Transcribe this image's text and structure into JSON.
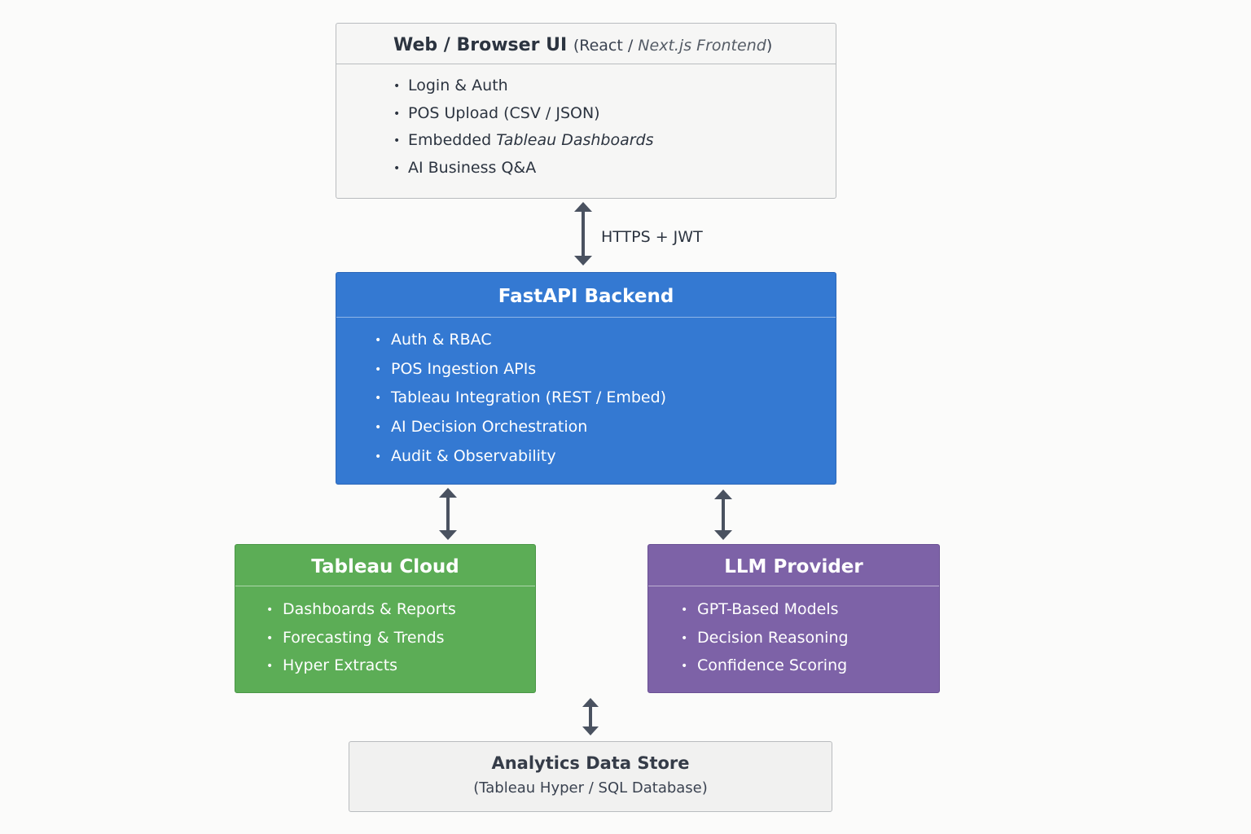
{
  "web_ui": {
    "title": "Web / Browser UI",
    "subtitle_open": "(React / ",
    "subtitle_italic": "Next.js Frontend",
    "subtitle_close": ")",
    "items": [
      "Login & Auth",
      "POS Upload (CSV / JSON)",
      "Embedded Tableau Dashboards",
      "AI Business Q&A"
    ]
  },
  "web_to_backend": {
    "label": "HTTPS + JWT"
  },
  "backend": {
    "title": "FastAPI Backend",
    "items": [
      "Auth & RBAC",
      "POS Ingestion APIs",
      "Tableau Integration (REST / Embed)",
      "AI Decision Orchestration",
      "Audit & Observability"
    ]
  },
  "tableau": {
    "title": "Tableau Cloud",
    "items": [
      "Dashboards & Reports",
      "Forecasting & Trends",
      "Hyper Extracts"
    ]
  },
  "llm": {
    "title": "LLM Provider",
    "items": [
      "GPT-Based Models",
      "Decision Reasoning",
      "Confidence Scoring"
    ]
  },
  "datastore": {
    "title": "Analytics Data Store",
    "subtitle": "(Tableau Hyper / SQL Database)"
  },
  "colors": {
    "backend": "#3479d2",
    "tableau": "#5cad56",
    "llm": "#7d62a7",
    "arrow": "#4a5260"
  }
}
